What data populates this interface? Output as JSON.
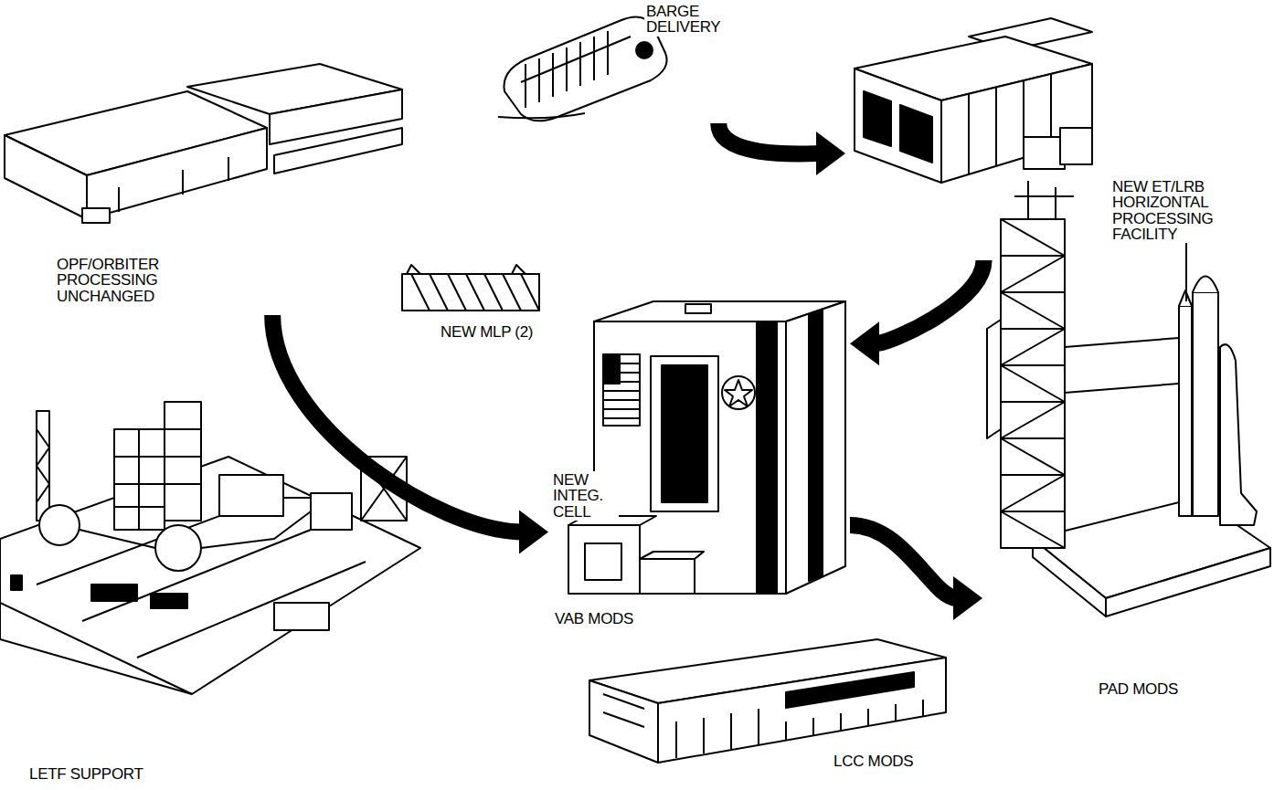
{
  "diagram": {
    "nodes": [
      {
        "text": [
          "BARGE DELIVERY"
        ]
      },
      {
        "text": [
          "OPF/ORBITER PROCESSING UNCHANGED"
        ]
      },
      {
        "text": [
          "NEW ET/LRB HORIZONTAL PROCESSING FACILITY"
        ]
      },
      {
        "text": [
          "NEW MLP (2)"
        ]
      },
      {
        "text": [
          "VAB MODS"
        ]
      },
      {
        "text": [
          "PAD MODS"
        ]
      },
      {
        "text": [
          "LCC MODS"
        ]
      },
      {
        "text": [
          "LETF SUPPORT"
        ]
      }
    ],
    "edges": [
      {
        "from": 0,
        "to": 2,
        "arrow": "to"
      },
      {
        "from": 1,
        "to": 4,
        "arrow": "to"
      },
      {
        "from": 2,
        "to": 4,
        "arrow": "to"
      },
      {
        "from": 4,
        "to": 5,
        "arrow": "to"
      }
    ],
    "labels": [
      "NEW INTEG. CELL"
    ]
  }
}
